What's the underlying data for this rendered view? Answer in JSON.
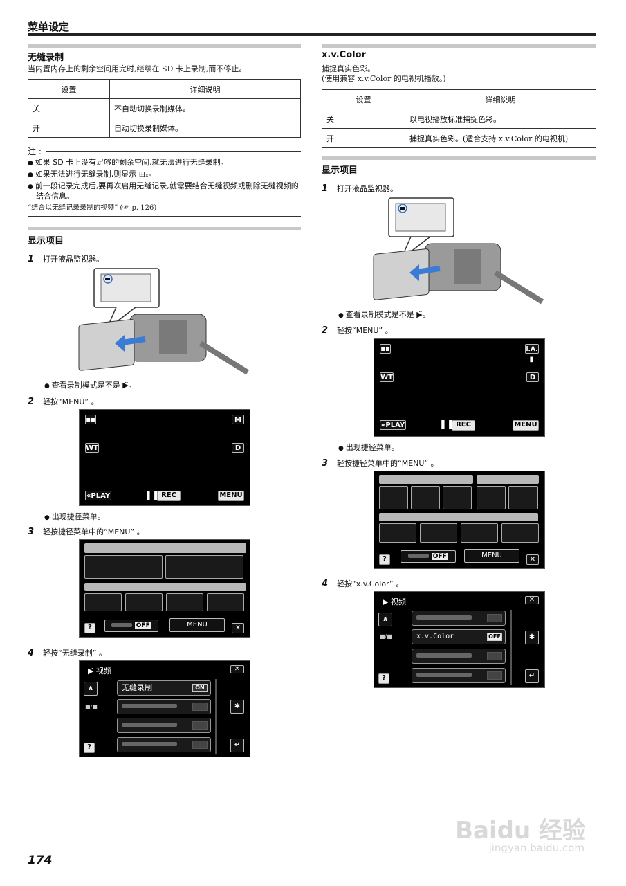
{
  "page": {
    "title": "菜单设定",
    "number": "174"
  },
  "left": {
    "seamless": {
      "heading": "无缝录制",
      "desc": "当内置内存上的剩余空间用完时,继续在 SD 卡上录制,而不停止。",
      "table": {
        "h1": "设置",
        "h2": "详细说明",
        "rows": [
          [
            "关",
            "不自动切换录制媒体。"
          ],
          [
            "开",
            "自动切换录制媒体。"
          ]
        ]
      }
    },
    "note": {
      "label": "注 :",
      "items": [
        "如果 SD 卡上没有足够的剩余空间,就无法进行无缝录制。",
        "如果无法进行无缝录制,则显示 ⊞ₓ。",
        "前一段记录完成后,要再次启用无缝记录,就需要结合无缝视频或删除无缝视频的结合信息。"
      ],
      "ref": "“结合以无缝记录录制的视频” (☞ p. 126)"
    },
    "display": {
      "heading": "显示项目",
      "step1": "打开液晶监视器。",
      "bullet1": "查看录制模式是不是 ▶̈。",
      "step2": "轻按“MENU” 。",
      "bullet2": "出现捷径菜单。",
      "step3": "轻按捷径菜单中的“MENU” 。",
      "step4": "轻按“无缝录制” 。"
    },
    "screen_a": {
      "m": "M",
      "wt": "WT",
      "d": "D",
      "play": "«PLAY",
      "rec": "REC",
      "menu": "MENU"
    },
    "screen_b": {
      "off": "OFF",
      "menu": "MENU",
      "help": "?",
      "close": "✕"
    },
    "screen_c": {
      "title": "视频",
      "item1": "无缝录制",
      "item1_state": "ON",
      "side": "■/■",
      "help": "?"
    }
  },
  "right": {
    "xvcolor": {
      "heading": "x.v.Color",
      "desc1": "捕捉真实色彩。",
      "desc2": "(使用兼容 x.v.Color 的电视机播放。)",
      "table": {
        "h1": "设置",
        "h2": "详细说明",
        "rows": [
          [
            "关",
            "以电视播放标准捕捉色彩。"
          ],
          [
            "开",
            "捕捉真实色彩。(适合支持 x.v.Color 的电视机)"
          ]
        ]
      }
    },
    "display": {
      "heading": "显示项目",
      "step1": "打开液晶监视器。",
      "bullet1": "查看录制模式是不是 ▶̈。",
      "step2": "轻按“MENU” 。",
      "bullet2": "出现捷径菜单。",
      "step3": "轻按捷径菜单中的“MENU” 。",
      "step4": "轻按“x.v.Color” 。"
    },
    "screen_a": {
      "ia": "i.A.",
      "wt": "WT",
      "d": "D",
      "play": "«PLAY",
      "rec": "REC",
      "menu": "MENU"
    },
    "screen_b": {
      "off": "OFF",
      "menu": "MENU",
      "help": "?",
      "close": "✕"
    },
    "screen_c": {
      "title": "视频",
      "item2": "x.v.Color",
      "item2_state": "OFF",
      "side": "■/■",
      "help": "?"
    }
  },
  "watermark": {
    "brand": "Baidu 经验",
    "url": "jingyan.baidu.com"
  }
}
